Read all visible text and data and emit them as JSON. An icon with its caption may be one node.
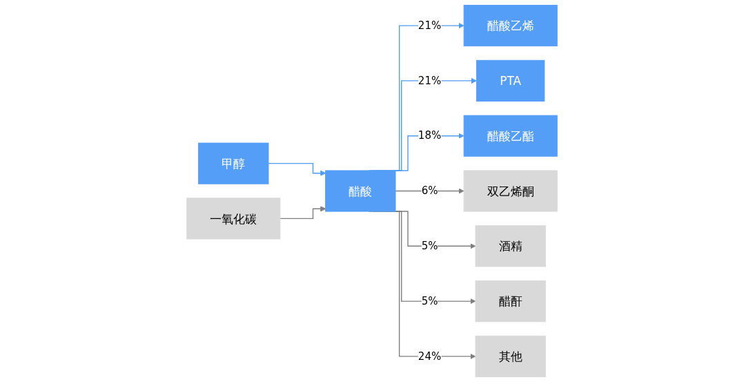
{
  "diagram": {
    "nodes": [
      {
        "text": [
          "甲醇"
        ]
      },
      {
        "text": [
          "一氧化碳"
        ]
      },
      {
        "text": [
          "醋酸"
        ]
      },
      {
        "text": [
          "醋酸乙烯"
        ]
      },
      {
        "text": [
          "PTA"
        ]
      },
      {
        "text": [
          "醋酸乙酯"
        ]
      },
      {
        "text": [
          "双乙烯酮"
        ]
      },
      {
        "text": [
          "酒精"
        ]
      },
      {
        "text": [
          "醋酐"
        ]
      },
      {
        "text": [
          "其他"
        ]
      }
    ],
    "edges": [
      {
        "from": 0,
        "to": 2,
        "arrow": "to",
        "color": "#4f9cf5"
      },
      {
        "from": 1,
        "to": 2,
        "arrow": "to"
      },
      {
        "from": 2,
        "to": 3,
        "arrow": "to",
        "label": "21%",
        "color": "#4f9cf5"
      },
      {
        "from": 2,
        "to": 4,
        "arrow": "to",
        "label": "21%",
        "color": "#4f9cf5"
      },
      {
        "from": 2,
        "to": 5,
        "arrow": "to",
        "label": "18%",
        "color": "#4f9cf5"
      },
      {
        "from": 2,
        "to": 6,
        "arrow": "to",
        "label": "6%"
      },
      {
        "from": 2,
        "to": 7,
        "arrow": "to",
        "label": "5%"
      },
      {
        "from": 2,
        "to": 8,
        "arrow": "to",
        "label": "5%"
      },
      {
        "from": 2,
        "to": 9,
        "arrow": "to",
        "label": "24%"
      }
    ]
  }
}
